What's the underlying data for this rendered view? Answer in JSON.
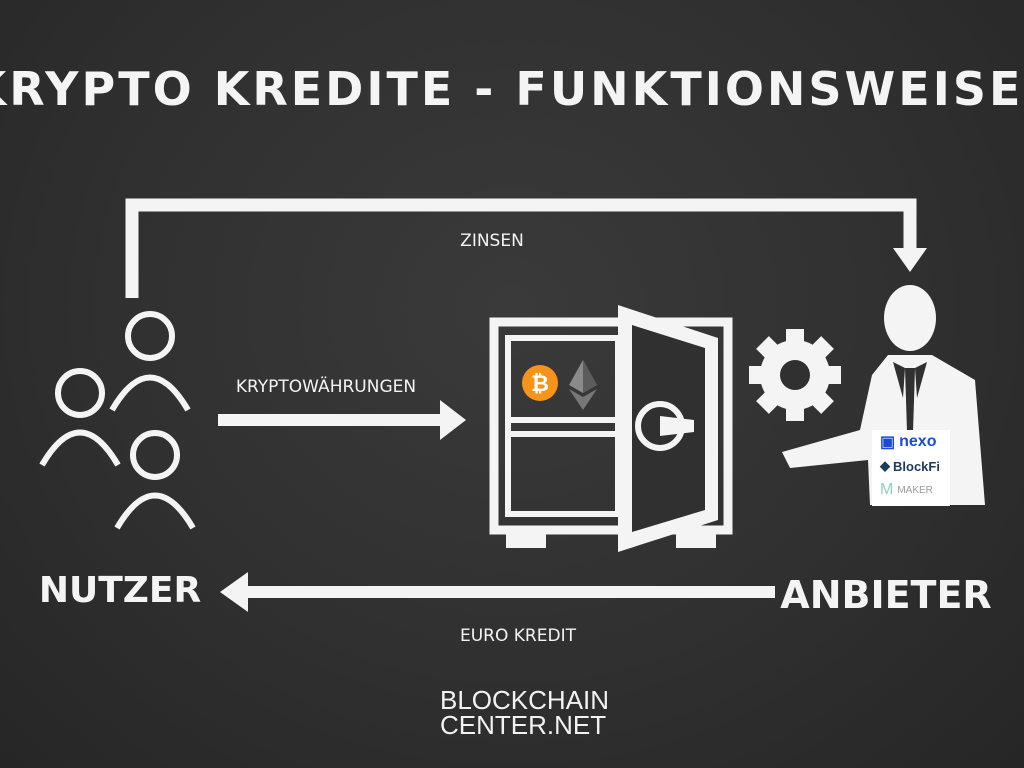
{
  "title": "KRYPTO KREDITE - FUNKTIONSWEISE",
  "labels": {
    "interest": "ZINSEN",
    "crypto": "KRYPTOWÄHRUNGEN",
    "users": "NUTZER",
    "provider": "ANBIETER",
    "euro_credit": "EURO KREDIT"
  },
  "provider_logos": [
    "nexo",
    "BlockFi",
    "MAKER"
  ],
  "footer_logo": {
    "line1": "BLOCKCHAIN",
    "line2": "CENTER.NET"
  },
  "colors": {
    "bitcoin": "#f7931a",
    "nexo": "#1a4bd6",
    "blockfi": "#1f3a5a",
    "maker": "#8fcfc0"
  }
}
